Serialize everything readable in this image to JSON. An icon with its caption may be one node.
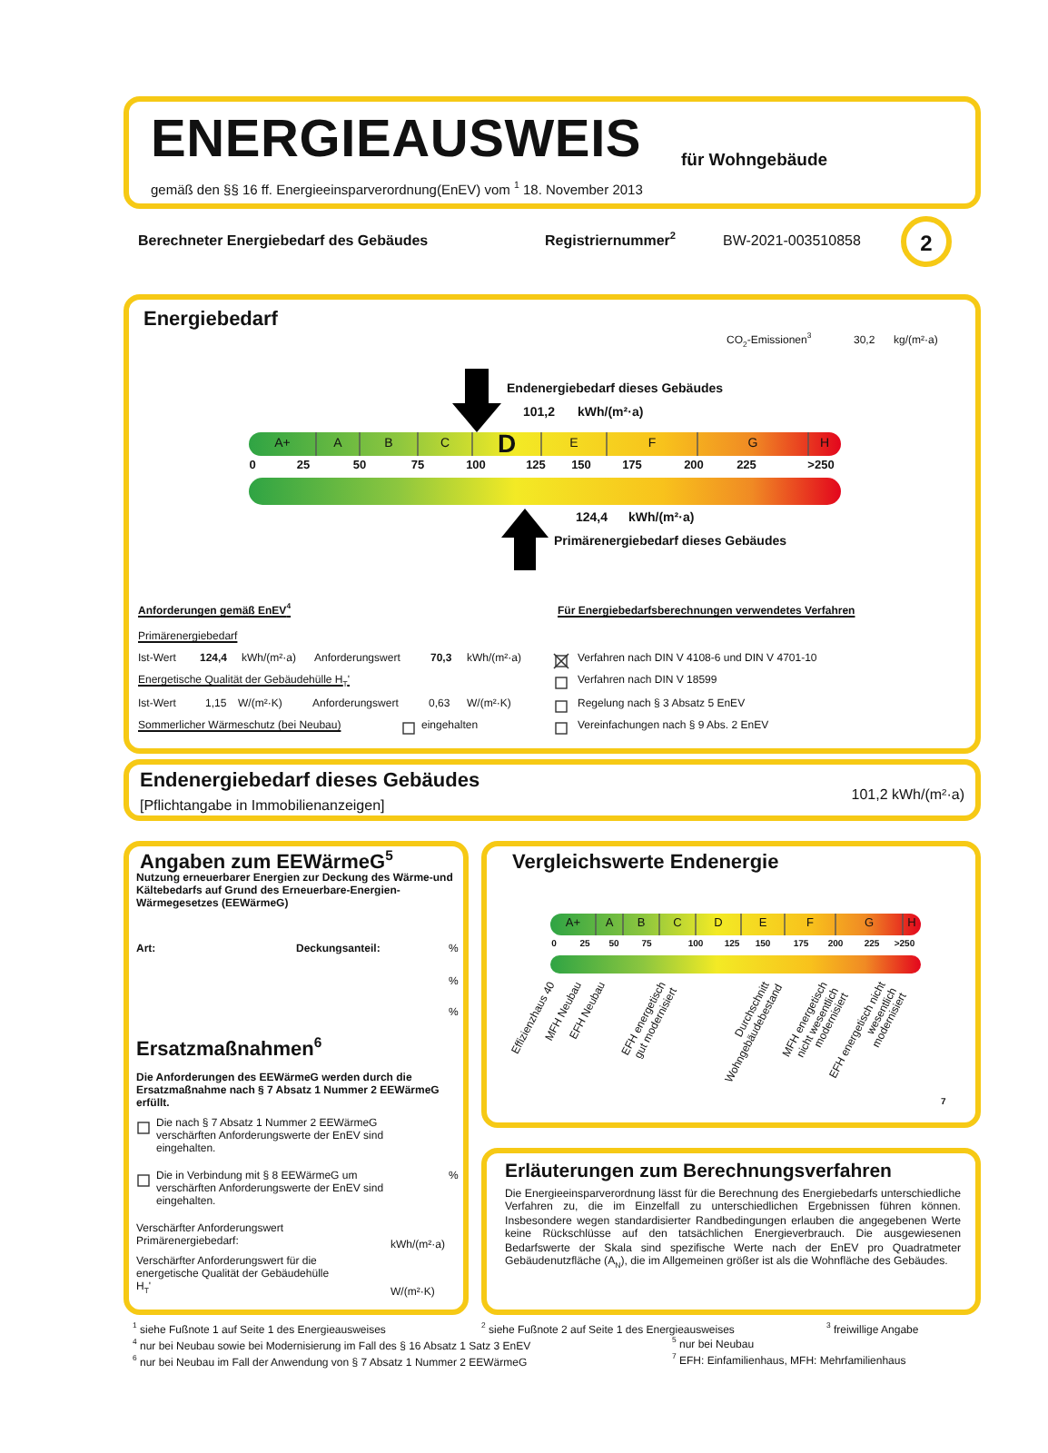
{
  "diagram": {
    "nodes": [
      {
        "text": [
          "ENERGIEAUSWEIS",
          "für Wohngebäude",
          "gemäß den §§ 16 ff. Energieeinsparverordnung(EnEV) vom $^{1}$",
          "18. November 2013"
        ]
      },
      {
        "text": [
          "2"
        ]
      },
      {
        "text": [
          "Energiebedarf"
        ]
      },
      {
        "text": [
          "Endenergiebedarf dieses Gebäudes",
          "[Pflichtangabe in Immobilienanzeigen]",
          "101,2 kWh/(m²·a)"
        ]
      },
      {
        "text": [
          "Angaben zum EEWärmeG$^{5}$"
        ]
      },
      {
        "text": [
          "Vergleichswerte Endenergie"
        ]
      },
      {
        "text": [
          "Erläuterungen zum Berechnungsverfahren",
          "Die Energieeinsparverordnung lässt für die Berechnung des Energiebedarfs unterschiedliche Verfahren zu, die im Einzelfall zu unterschiedlichen Ergebnissen führen können. Insbesondere wegen standardisierter Randbedingungen erlauben die angegebenen Werte keine Rückschlüsse auf den tatsächlichen Energieverbrauch. Die ausgewiesenen Bedarfswerte der Skala sind spezifische Werte nach der EnEV pro Quadratmeter Gebäudenutzfläche (A$_{N}$), die im Allgemeinen größer ist als die Wohnfläche des Gebäudes."
        ]
      }
    ],
    "labels": [
      "Berechneter Energiebedarf des Gebäudes",
      "Registriernummer$^{2}$",
      "BW-2021-003510858",
      "CO$_{2}$-Emissionen$^{3}$",
      "30,2",
      "kg/(m²·a)",
      "Endenergiebedarf dieses Gebäudes",
      "101,2",
      "kWh/(m²·a)",
      "A+",
      "A",
      "B",
      "C",
      "D",
      "E",
      "F",
      "G",
      "H",
      "0",
      "25",
      "50",
      "75",
      "100",
      "125",
      "150",
      "175",
      "200",
      "225",
      ">250",
      "124,4",
      "kWh/(m²·a)",
      "Primärenergiebedarf dieses Gebäudes",
      "Anforderungen gemäß EnEV$^{4}$",
      "Primärenergiebedarf",
      "Ist-Wert",
      "124,4",
      "kWh/(m²·a)",
      "Anforderungswert",
      "70,3",
      "kWh/(m²·a)",
      "Energetische Qualität der Gebäudehülle H$_{T}$'",
      "Ist-Wert",
      "1,15",
      "W/(m²·K)",
      "Anforderungswert",
      "0,63",
      "W/(m²·K)",
      "Sommerlicher Wärmeschutz (bei Neubau)",
      "eingehalten",
      "Für Energiebedarfsberechnungen verwendetes Verfahren",
      "Verfahren nach DIN V 4108-6 und DIN V 4701-10",
      "Verfahren nach DIN V 18599",
      "Regelung nach § 3 Absatz 5 EnEV",
      "Vereinfachungen nach § 9 Abs. 2 EnEV",
      "Nutzung erneuerbarer Energien zur Deckung des Wärme-und Kältebedarfs auf Grund des Erneuerbare-Energien-Wärmegesetzes (EEWärmeG)",
      "Art:",
      "Deckungsanteil:",
      "%",
      "%",
      "%",
      "Ersatzmaßnahmen$^{6}$",
      "Die Anforderungen des EEWärmeG werden durch die Ersatzmaßnahme nach § 7 Absatz 1 Nummer 2 EEWärmeG erfüllt.",
      "Die nach § 7 Absatz 1 Nummer 2 EEWärmeG verschärften Anforderungswerte der EnEV sind eingehalten.",
      "Die in Verbindung mit § 8 EEWärmeG um verschärften Anforderungswerte der EnEV sind eingehalten.",
      "%",
      "Verschärfter Anforderungswert Primärenergiebedarf:",
      "kWh/(m²·a)",
      "Verschärfter Anforderungswert für die energetische Qualität der Gebäudehülle H$_{T}$'",
      "W/(m²·K)",
      "A+",
      "A",
      "B",
      "C",
      "D",
      "E",
      "F",
      "G",
      "H",
      "0",
      "25",
      "50",
      "75",
      "100",
      "125",
      "150",
      "175",
      "200",
      "225",
      ">250",
      "Effizienzhaus 40",
      "MFH Neubau",
      "EFH Neubau",
      "EFH energetisch gut modernisiert",
      "Durchschnitt Wohngebäudebestand",
      "MFH energetisch nicht wesentlich modernisiert",
      "EFH energetisch nicht wesentlich modernisiert",
      "7",
      "$^{1}$ siehe Fußnote 1 auf Seite 1 des Energieausweises",
      "$^{2}$ siehe Fußnote 2 auf Seite 1 des Energieausweises",
      "$^{3}$ freiwillige Angabe",
      "$^{4}$ nur bei Neubau sowie bei Modernisierung im Fall des § 16 Absatz 1 Satz 3 EnEV",
      "$^{5}$ nur bei Neubau",
      "$^{6}$ nur bei Neubau im Fall der Anwendung von § 7 Absatz 1 Nummer 2 EEWärmeG",
      "$^{7}$ EFH: Einfamilienhaus, MFH: Mehrfamilienhaus"
    ]
  }
}
